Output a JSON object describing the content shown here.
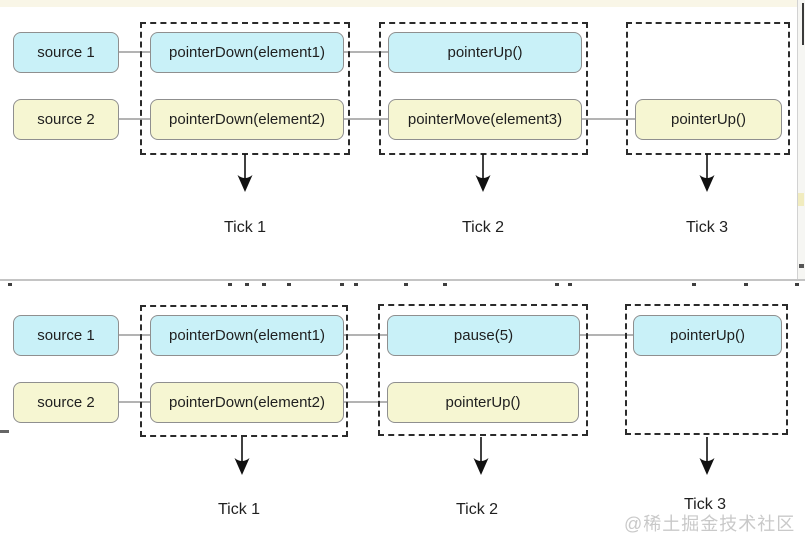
{
  "diagrams": [
    {
      "sources": [
        {
          "label": "source 1"
        },
        {
          "label": "source 2"
        }
      ],
      "ticks": [
        {
          "label": "Tick 1",
          "boxes": [
            {
              "label": "pointerDown(element1)",
              "color": "cyan"
            },
            {
              "label": "pointerDown(element2)",
              "color": "yellow"
            }
          ]
        },
        {
          "label": "Tick 2",
          "boxes": [
            {
              "label": "pointerUp()",
              "color": "cyan"
            },
            {
              "label": "pointerMove(element3)",
              "color": "yellow"
            }
          ]
        },
        {
          "label": "Tick 3",
          "boxes": [
            {
              "label": "pointerUp()",
              "color": "yellow"
            }
          ]
        }
      ]
    },
    {
      "sources": [
        {
          "label": "source 1"
        },
        {
          "label": "source 2"
        }
      ],
      "ticks": [
        {
          "label": "Tick 1",
          "boxes": [
            {
              "label": "pointerDown(element1)",
              "color": "cyan"
            },
            {
              "label": "pointerDown(element2)",
              "color": "yellow"
            }
          ]
        },
        {
          "label": "Tick 2",
          "boxes": [
            {
              "label": "pause(5)",
              "color": "cyan"
            },
            {
              "label": "pointerUp()",
              "color": "yellow"
            }
          ]
        },
        {
          "label": "Tick 3",
          "boxes": [
            {
              "label": "pointerUp()",
              "color": "cyan"
            }
          ]
        }
      ]
    }
  ],
  "watermark": "@稀土掘金技术社区",
  "colors": {
    "cyan_fill": "#c9f1f8",
    "yellow_fill": "#f6f6d2",
    "node_border": "#8f8f8f",
    "dashed_border": "#2b2b2b",
    "connector": "#b3b3b3",
    "text": "#1f1f1f",
    "watermark": "#c9c9c9",
    "top_bar": "#f9f6e7",
    "divider": "#c4c4c4"
  }
}
